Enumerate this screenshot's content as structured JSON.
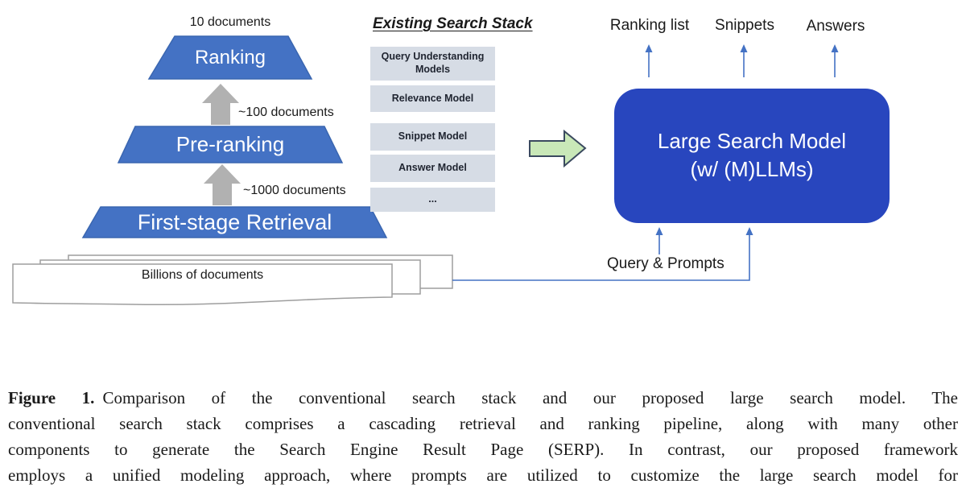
{
  "funnel": {
    "top_label": "10 documents",
    "stage1": "Ranking",
    "arrow1_label": "~100 documents",
    "stage2": "Pre-ranking",
    "arrow2_label": "~1000 documents",
    "stage3": "First-stage Retrieval",
    "corpus": "Billions of documents"
  },
  "stack": {
    "title": "Existing Search Stack",
    "models": [
      "Query Understanding Models",
      "Relevance Model",
      "Snippet Model",
      "Answer Model",
      "..."
    ]
  },
  "model_box": {
    "line1": "Large Search Model",
    "line2": "(w/ (M)LLMs)"
  },
  "outputs": [
    "Ranking list",
    "Snippets",
    "Answers"
  ],
  "input_label": "Query & Prompts",
  "caption": {
    "label": "Figure 1.",
    "line1_rest": "Comparison of the conventional search stack and our proposed large search model. The",
    "line2": "conventional search stack comprises a cascading retrieval and ranking pipeline, along with many other",
    "line3": "components to generate the Search Engine Result Page (SERP). In contrast, our proposed framework",
    "line4": "employs a unified modeling approach, where prompts are utilized to customize the large search model for"
  },
  "colors": {
    "funnel_blue": "#4472C4",
    "funnel_blue_border": "#3A66B0",
    "gray_arrow": "#B1B1B1",
    "doc_border": "#9E9E9E",
    "model_box_fill": "#D6DCE5",
    "model_box_text": "#1F2430",
    "green_arrow_fill": "#C9E8B8",
    "green_arrow_border": "#3B4A5F",
    "large_model_blue": "#2846BE",
    "thin_arrow_blue": "#4472C4",
    "text_black": "#1A1A1A"
  }
}
